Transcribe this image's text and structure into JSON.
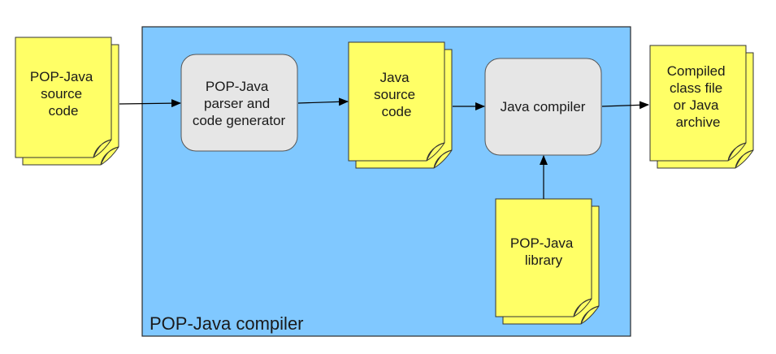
{
  "compiler": {
    "label": "POP-Java compiler",
    "fill": "#80c8ff",
    "stroke": "#2a2a2a"
  },
  "nodes": {
    "pop_source": {
      "lines": [
        "POP-Java",
        "source",
        "code"
      ],
      "kind": "document"
    },
    "parser": {
      "lines": [
        "POP-Java",
        "parser and",
        "code generator"
      ],
      "kind": "process"
    },
    "java_source": {
      "lines": [
        "Java",
        "source",
        "code"
      ],
      "kind": "document"
    },
    "java_compiler": {
      "lines": [
        "Java compiler"
      ],
      "kind": "process"
    },
    "library": {
      "lines": [
        "POP-Java",
        "library"
      ],
      "kind": "document"
    },
    "compiled": {
      "lines": [
        "Compiled",
        "class file",
        "or Java",
        "archive"
      ],
      "kind": "document"
    }
  },
  "colors": {
    "document_fill": "#ffff66",
    "process_fill": "#e6e6e6",
    "edge": "#000000"
  },
  "edges": [
    {
      "from": "pop_source",
      "to": "parser"
    },
    {
      "from": "parser",
      "to": "java_source"
    },
    {
      "from": "java_source",
      "to": "java_compiler"
    },
    {
      "from": "java_compiler",
      "to": "compiled"
    },
    {
      "from": "library",
      "to": "java_compiler"
    }
  ]
}
